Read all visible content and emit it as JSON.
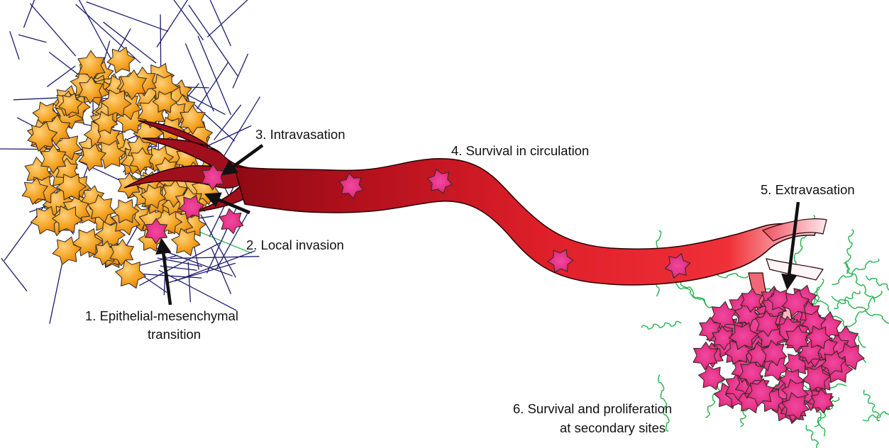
{
  "labels": {
    "step1_line1": "1. Epithelial-mesenchymal",
    "step1_line2": "transition",
    "step2": "2. Local invasion",
    "step3": "3. Intravasation",
    "step4": "4. Survival in circulation",
    "step5": "5. Extravasation",
    "step6_line1": "6. Survival and proliferation",
    "step6_line2": "at secondary sites"
  },
  "colors": {
    "primary_tumor_cell": "#f4a21f",
    "tumor_cell_outline": "#333333",
    "invasive_cell": "#e8338a",
    "secondary_cell_edge": "#c8283a",
    "blood_vessel": "#e0202a",
    "blood_vessel_dark": "#8e0a14",
    "primary_ecm_fibers": "#1c1c6e",
    "secondary_ecm_fibers": "#22b24c",
    "arrow": "#111111"
  },
  "icons": {
    "primary_tumor": "star-cell-cluster",
    "circulating_cell": "star-cell",
    "arrow": "arrow-right"
  }
}
